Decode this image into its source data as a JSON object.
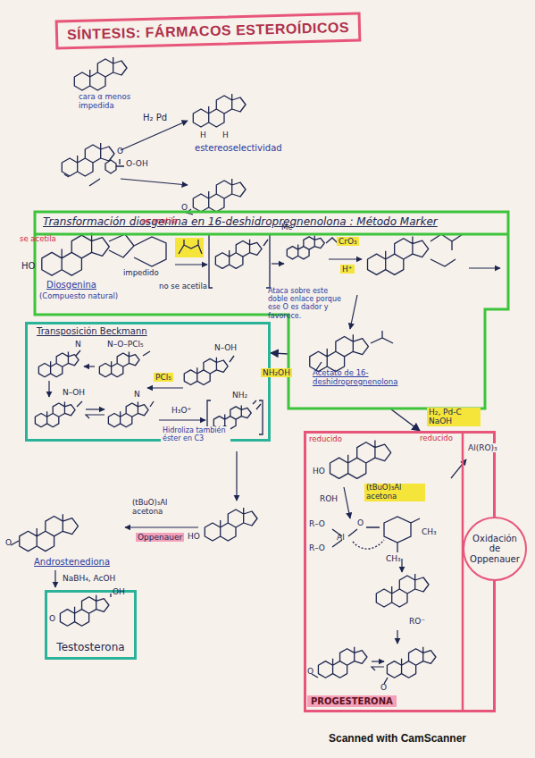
{
  "diagram": {
    "title": "SÍNTESIS: FÁRMACOS ESTEROÍDICOS",
    "nodes": [
      {
        "text": [
          "Transformación diosgenina en 16-deshidropregnenolona : Método Marker"
        ]
      },
      {
        "text": [
          "Transposición Beckmann"
        ]
      },
      {
        "text": [
          "PROGESTERONA"
        ]
      },
      {
        "text": [
          "Oxidación de Oppenauer"
        ]
      },
      {
        "text": [
          "Testosterona"
        ]
      }
    ],
    "edges": [
      {
        "from": 0,
        "to": 2,
        "arrow": "to",
        "label": "H₂, Pd-C NaOH"
      },
      {
        "from": 0,
        "to": 1,
        "arrow": "to",
        "label": "NH₂OH"
      }
    ],
    "labels": [
      "cara α menos impedida",
      "H₂ Pd",
      "estereoselectividad",
      "O",
      "O-OH",
      "H",
      "H",
      "O",
      "se acetila",
      "HO",
      "Diosgenina",
      "(Compuesto natural)",
      "se acetila",
      "impedido",
      "no se acetila",
      "Me",
      "Ataca sobre este doble enlace porque ese O es dador y favorece.",
      "CrO₃",
      "H⁺",
      "Acetato de 16-deshidropregnenolona",
      "PCl₅",
      "N",
      "N–O–PCl₅",
      "N–OH",
      "N–OH",
      "N",
      "H₃O⁺",
      "Hidroliza también éster en C3",
      "NH₂",
      "(tBuO)₃Al acetona",
      "Oppenauer",
      "HO",
      "O",
      "Androstenediona",
      "NaBH₄, AcOH",
      "OH",
      "O",
      "reducido",
      "reducido",
      "HO",
      "ROH",
      "(tBuO)₃Al acetona",
      "Al(RO)₃",
      "R–O",
      "R–O",
      "Al",
      "CH₃",
      "CH₃",
      "O",
      "RO⁻",
      "O",
      "O",
      "Scanned with CamScanner"
    ]
  }
}
